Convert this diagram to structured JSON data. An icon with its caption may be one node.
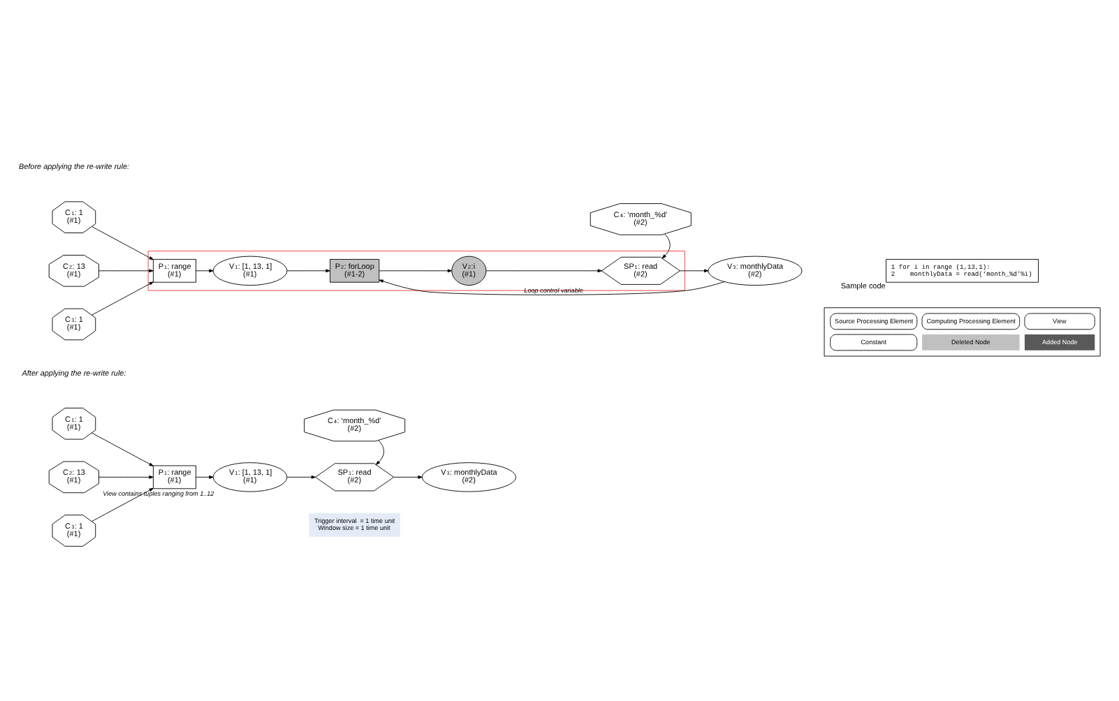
{
  "diagram": {
    "nodes": [
      {
        "text": [
          "C$_{1}$: 1",
          "(#1)"
        ]
      },
      {
        "text": [
          "C$_{2}$: 13",
          "(#1)"
        ]
      },
      {
        "text": [
          "C$_{3}$: 1",
          "(#1)"
        ]
      },
      {
        "text": [],
        "shape": "box"
      },
      {
        "text": [
          "P$_{1}$: range",
          "(#1)"
        ],
        "in": 3
      },
      {
        "text": [
          "V$_{1}$: [1, 13, 1]",
          "(#1)"
        ],
        "in": 3
      },
      {
        "text": [
          "P$_{2}$: forLoop",
          "(#1-2)"
        ],
        "in": 3
      },
      {
        "text": [
          "V$_{2}$:i",
          "(#1)"
        ],
        "in": 3
      },
      {
        "text": [
          "C$_{4}$: ‘month_%d’",
          "(#2)"
        ]
      },
      {
        "text": [
          "SP$_{1}$: read",
          "(#2)"
        ],
        "in": 3
      },
      {
        "text": [
          "V$_{3}$: monthlyData",
          "(#2)"
        ]
      },
      {
        "text": [
          "C$_{1}$: 1",
          "(#1)"
        ]
      },
      {
        "text": [
          "C$_{2}$: 13",
          "(#1)"
        ]
      },
      {
        "text": [
          "C$_{3}$: 1",
          "(#1)"
        ]
      },
      {
        "text": [
          "P$_{1}$: range",
          "(#1)"
        ]
      },
      {
        "text": [
          "V$_{1}$: [1, 13, 1]",
          "(#1)"
        ],
        "beside": [
          "View contains tuples ranging from 1..12"
        ]
      },
      {
        "text": [
          "C$_{4}$: ‘month_%d’",
          "(#2)"
        ]
      },
      {
        "text": [
          "SP$_{1}$: read",
          "(#2)"
        ]
      },
      {
        "text": [
          "Trigger interval  = 1 time unit",
          "Window size = 1 time unit"
        ]
      },
      {
        "text": [
          "V$_{3}$: monthlyData",
          "(#2)"
        ]
      },
      {
        "text": [
          "1 for i in range (1,13,1):",
          "2    monthlyData = read(‘month_%d’%i)"
        ],
        "beside": [
          "Sample code"
        ]
      }
    ],
    "edges": [
      {
        "from": 0,
        "to": 4,
        "arrow": "to"
      },
      {
        "from": 1,
        "to": 4,
        "arrow": "to"
      },
      {
        "from": 2,
        "to": 4,
        "arrow": "to"
      },
      {
        "from": 4,
        "to": 5,
        "arrow": "to"
      },
      {
        "from": 5,
        "to": 6,
        "arrow": "to"
      },
      {
        "from": 6,
        "to": 7,
        "arrow": "to"
      },
      {
        "from": 7,
        "to": 9,
        "arrow": "to"
      },
      {
        "from": 8,
        "to": 9,
        "arrow": "to"
      },
      {
        "from": 9,
        "to": 10,
        "arrow": "to"
      },
      {
        "from": 10,
        "to": 6,
        "arrow": "to",
        "label": "Loop control variable"
      },
      {
        "from": 11,
        "to": 14,
        "arrow": "to"
      },
      {
        "from": 12,
        "to": 14,
        "arrow": "to"
      },
      {
        "from": 13,
        "to": 14,
        "arrow": "to"
      },
      {
        "from": 14,
        "to": 15,
        "arrow": "to"
      },
      {
        "from": 15,
        "to": 17,
        "arrow": "to"
      },
      {
        "from": 16,
        "to": 17,
        "arrow": "to"
      },
      {
        "from": 17,
        "to": 19,
        "arrow": "to"
      }
    ],
    "labels": [
      "Before applying the re-write rule:",
      "After applying the re-write rule:"
    ],
    "legend": [
      {
        "text": "Source Processing Element"
      },
      {
        "text": "Computing Processing Element"
      },
      {
        "text": "View"
      },
      {
        "text": "Constant"
      },
      {
        "text": "Deleted Node",
        "color": "#c0c0c0"
      },
      {
        "text": "Added Node",
        "color": "#595959"
      }
    ]
  }
}
